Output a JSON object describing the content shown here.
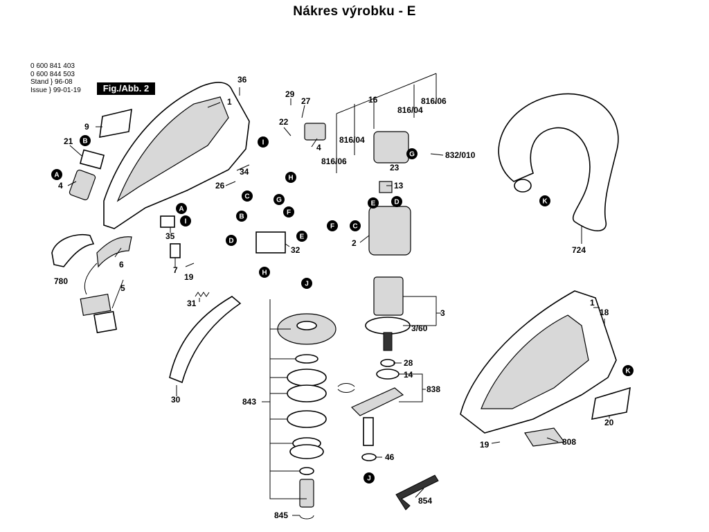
{
  "title": "Nákres výrobku - E",
  "header": {
    "part_numbers": [
      "0 600 841 403",
      "0 600 844 503"
    ],
    "stand_label": "Stand",
    "stand_value": "96-08",
    "issue_label": "Issue",
    "issue_value": "99-01-19",
    "figure_label": "Fig./Abb. 2"
  },
  "part_labels": [
    "36",
    "1",
    "9",
    "21",
    "4",
    "29",
    "27",
    "22",
    "4",
    "34",
    "26",
    "35",
    "7",
    "19",
    "6",
    "780",
    "5",
    "16",
    "816/06",
    "816/04",
    "816/04",
    "816/06",
    "832/010",
    "23",
    "13",
    "2",
    "32",
    "3",
    "3/60",
    "28",
    "14",
    "838",
    "46",
    "854",
    "724",
    "18",
    "1",
    "20",
    "808",
    "19",
    "31",
    "30",
    "843",
    "845"
  ],
  "markers": [
    "B",
    "A",
    "I",
    "H",
    "C",
    "G",
    "B",
    "F",
    "D",
    "E",
    "H",
    "A",
    "I",
    "G",
    "E",
    "D",
    "F",
    "C",
    "K",
    "J",
    "J",
    "K"
  ]
}
